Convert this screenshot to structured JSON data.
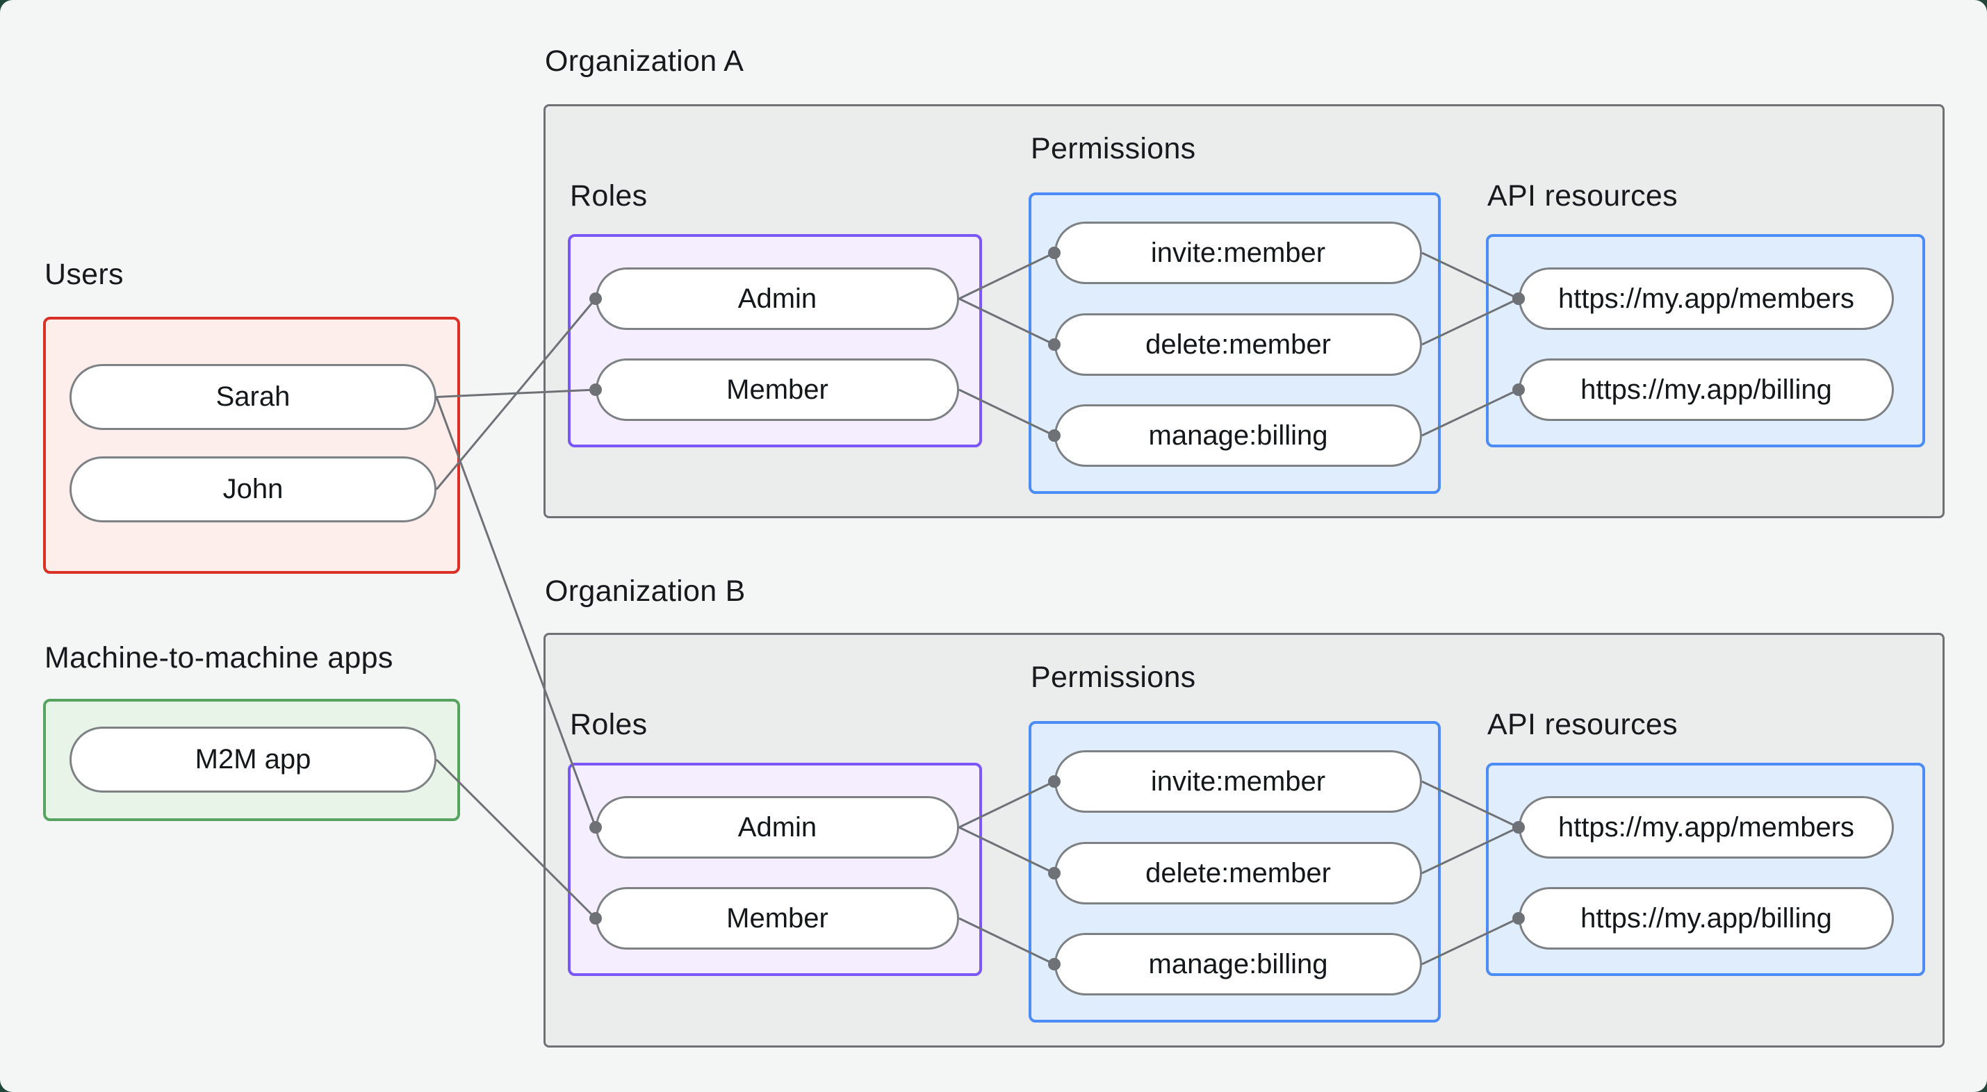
{
  "canvas": {
    "page_background": "#21473a",
    "surface_background": "#f4f6f5"
  },
  "colors": {
    "connector": "#6e7276",
    "pill_border": "#7d8184",
    "org_box_border": "#6d7174",
    "org_box_fill": "#ebedec",
    "users_border": "#da3126",
    "users_fill": "#fdeeec",
    "m2m_border": "#57a35f",
    "m2m_fill": "#e9f4e9",
    "roles_border": "#7b57f5",
    "roles_fill": "#f4eefe",
    "blue_border": "#4b8cf6",
    "blue_fill": "#e0edfc",
    "text": "#17191c"
  },
  "users": {
    "label": "Users",
    "items": [
      {
        "id": "user-sarah",
        "label": "Sarah"
      },
      {
        "id": "user-john",
        "label": "John"
      }
    ]
  },
  "m2m": {
    "label": "Machine-to-machine apps",
    "items": [
      {
        "id": "m2m-app",
        "label": "M2M app"
      }
    ]
  },
  "orgs": [
    {
      "title": "Organization A",
      "roles_label": "Roles",
      "permissions_label": "Permissions",
      "api_label": "API resources",
      "roles": [
        {
          "id": "a-role-admin",
          "label": "Admin"
        },
        {
          "id": "a-role-member",
          "label": "Member"
        }
      ],
      "permissions": [
        {
          "id": "a-perm-invite",
          "label": "invite:member"
        },
        {
          "id": "a-perm-delete",
          "label": "delete:member"
        },
        {
          "id": "a-perm-manage",
          "label": "manage:billing"
        }
      ],
      "resources": [
        {
          "id": "a-api-members",
          "label": "https://my.app/members"
        },
        {
          "id": "a-api-billing",
          "label": "https://my.app/billing"
        }
      ]
    },
    {
      "title": "Organization B",
      "roles_label": "Roles",
      "permissions_label": "Permissions",
      "api_label": "API resources",
      "roles": [
        {
          "id": "b-role-admin",
          "label": "Admin"
        },
        {
          "id": "b-role-member",
          "label": "Member"
        }
      ],
      "permissions": [
        {
          "id": "b-perm-invite",
          "label": "invite:member"
        },
        {
          "id": "b-perm-delete",
          "label": "delete:member"
        },
        {
          "id": "b-perm-manage",
          "label": "manage:billing"
        }
      ],
      "resources": [
        {
          "id": "b-api-members",
          "label": "https://my.app/members"
        },
        {
          "id": "b-api-billing",
          "label": "https://my.app/billing"
        }
      ]
    }
  ],
  "edges": [
    {
      "from": "user-john",
      "to": "a-role-admin"
    },
    {
      "from": "user-sarah",
      "to": "a-role-member"
    },
    {
      "from": "user-sarah",
      "to": "b-role-admin"
    },
    {
      "from": "m2m-app",
      "to": "b-role-member"
    },
    {
      "from": "a-role-admin",
      "to": "a-perm-invite"
    },
    {
      "from": "a-role-admin",
      "to": "a-perm-delete"
    },
    {
      "from": "a-role-member",
      "to": "a-perm-manage"
    },
    {
      "from": "a-perm-invite",
      "to": "a-api-members"
    },
    {
      "from": "a-perm-delete",
      "to": "a-api-members"
    },
    {
      "from": "a-perm-manage",
      "to": "a-api-billing"
    },
    {
      "from": "b-role-admin",
      "to": "b-perm-invite"
    },
    {
      "from": "b-role-admin",
      "to": "b-perm-delete"
    },
    {
      "from": "b-role-member",
      "to": "b-perm-manage"
    },
    {
      "from": "b-perm-invite",
      "to": "b-api-members"
    },
    {
      "from": "b-perm-delete",
      "to": "b-api-members"
    },
    {
      "from": "b-perm-manage",
      "to": "b-api-billing"
    }
  ]
}
